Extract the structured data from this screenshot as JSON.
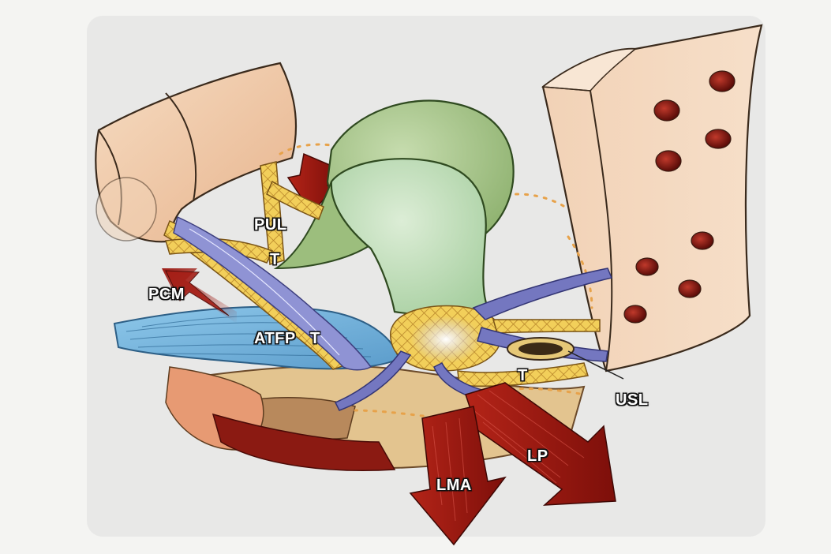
{
  "labels": {
    "pul": "PUL",
    "t_upper": "T",
    "pcm": "PCM",
    "atfp": "ATFP",
    "t_mid": "T",
    "t_lower": "T",
    "usl": "USL",
    "lp": "LP",
    "lma": "LMA"
  },
  "colors": {
    "muscle_red": "#9e1a14",
    "bladder_green": "#a9c98c",
    "vagina_blue": "#7fb8dc",
    "ligament_yellow": "#e9c24a",
    "bone_peach": "#f0c9a6",
    "fascia_purple": "#6d6fb3"
  },
  "icons": [
    "bladder-shape",
    "uterus-shape",
    "sacrum-block",
    "pubic-bone",
    "muscle-arrow"
  ]
}
